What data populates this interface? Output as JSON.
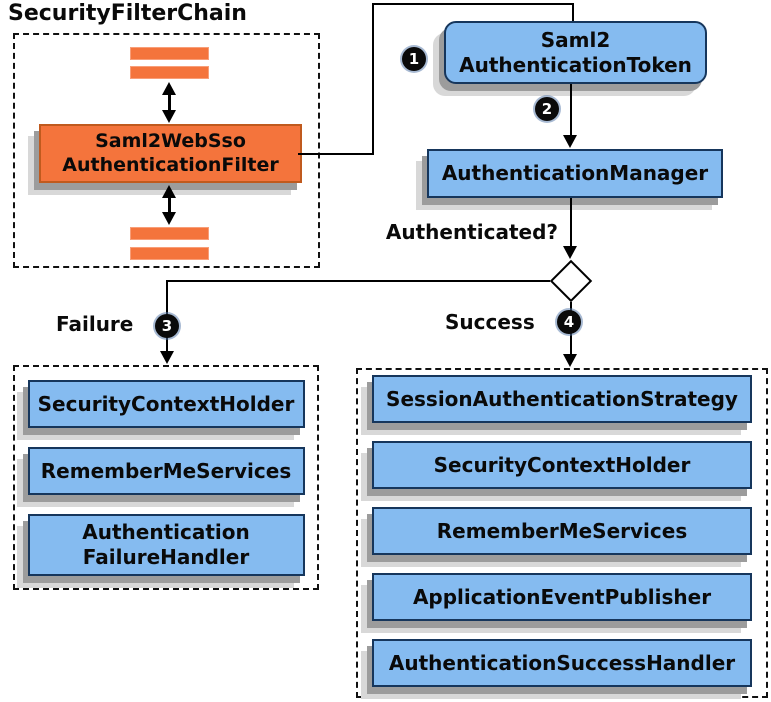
{
  "title": "SecurityFilterChain",
  "chain": {
    "filter_label": "Saml2WebSso\nAuthenticationFilter"
  },
  "flow": {
    "token_label": "Saml2\nAuthenticationToken",
    "manager_label": "AuthenticationManager",
    "authenticated_label": "Authenticated?",
    "failure_label": "Failure",
    "success_label": "Success",
    "badge1": "1",
    "badge2": "2",
    "badge3": "3",
    "badge4": "4"
  },
  "failure_branch": {
    "items": [
      "SecurityContextHolder",
      "RememberMeServices",
      "Authentication\nFailureHandler"
    ]
  },
  "success_branch": {
    "items": [
      "SessionAuthenticationStrategy",
      "SecurityContextHolder",
      "RememberMeServices",
      "ApplicationEventPublisher",
      "AuthenticationSuccessHandler"
    ]
  },
  "colors": {
    "orange_fill": "#F4743C",
    "orange_border": "#C05A1E",
    "blue_fill": "#85BBF0",
    "blue_border": "#16365C",
    "shadow_dark": "#9c9c9c",
    "shadow_light": "#d8d8d8",
    "line": "#000000"
  }
}
